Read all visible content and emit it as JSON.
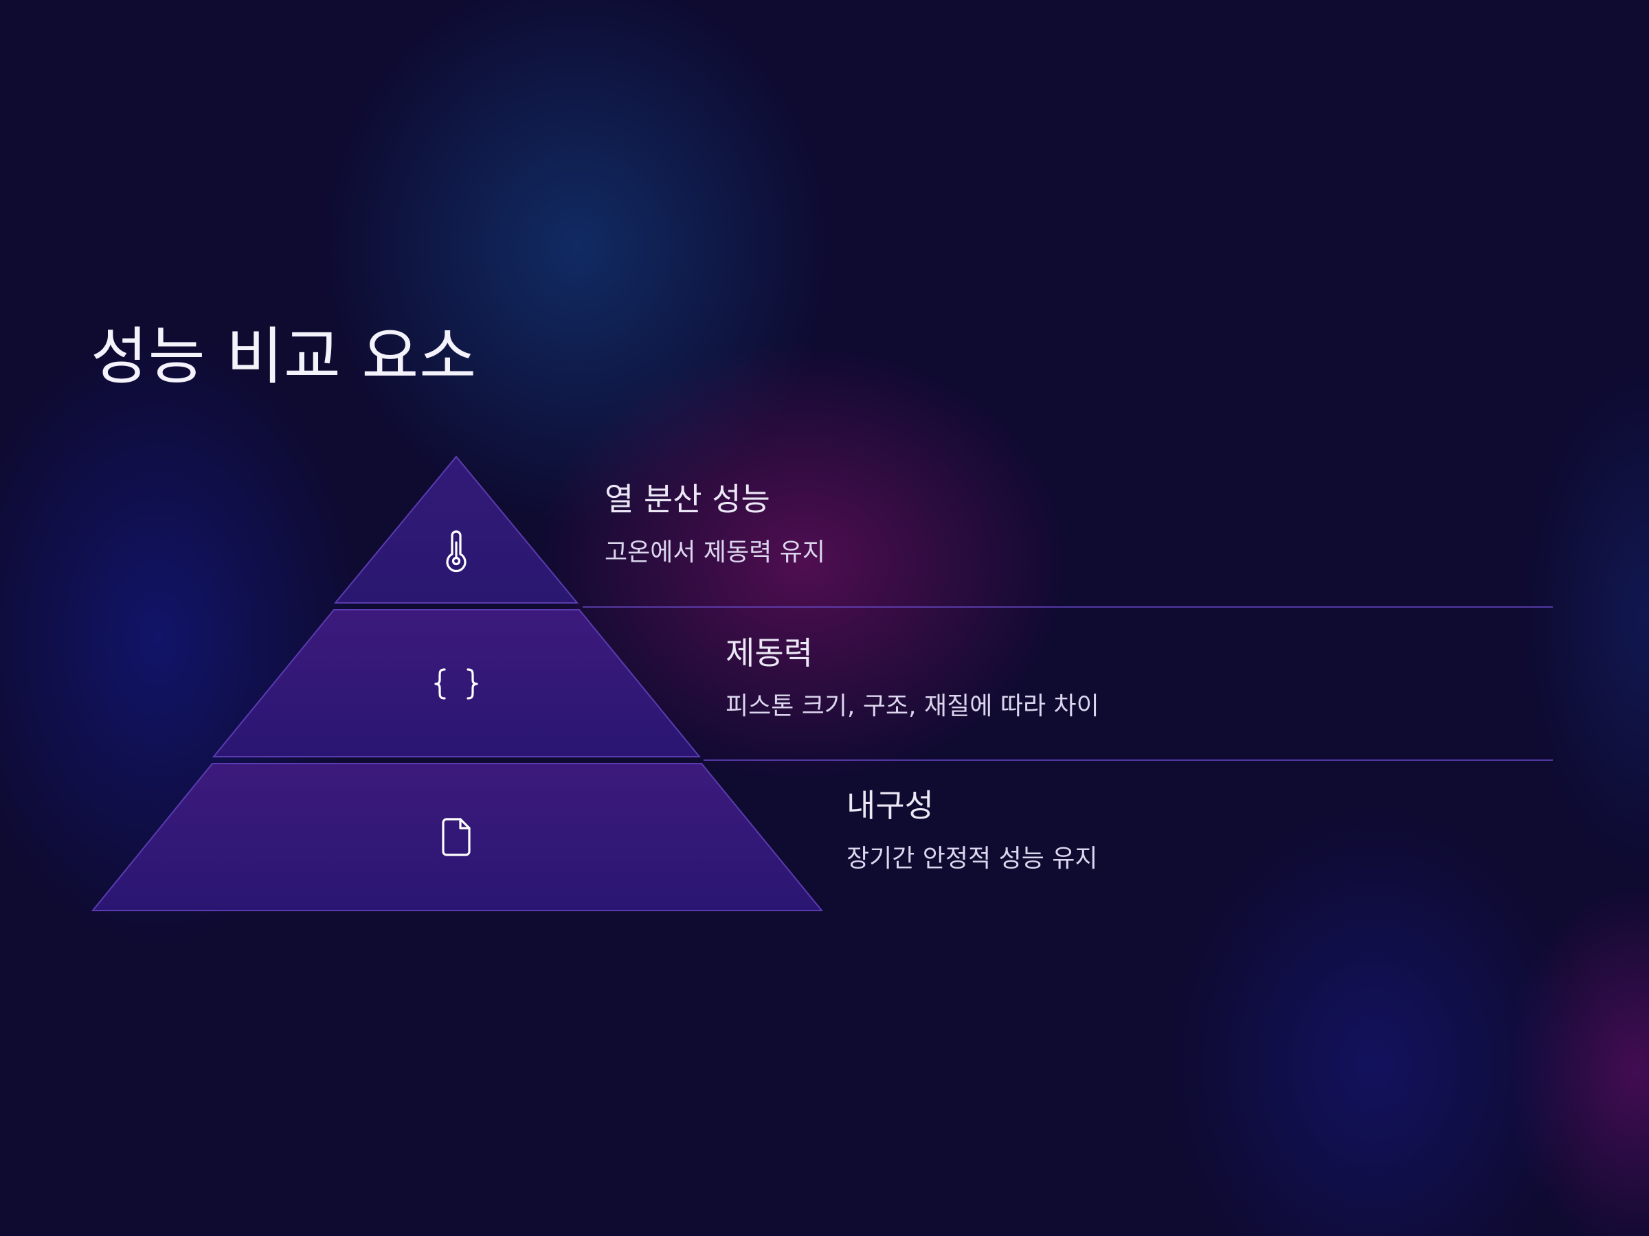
{
  "title": "성능 비교 요소",
  "levels": [
    {
      "heading": "열 분산 성능",
      "description": "고온에서 제동력 유지",
      "icon": "thermometer-icon"
    },
    {
      "heading": "제동력",
      "description": "피스톤 크기, 구조, 재질에 따라 차이",
      "icon": "curly-braces-icon"
    },
    {
      "heading": "내구성",
      "description": "장기간 안정적 성능 유지",
      "icon": "document-icon"
    }
  ],
  "colors": {
    "background": "#0e0a30",
    "pyramid_fill_top": "#3a1878",
    "pyramid_fill_bottom": "#2a1570",
    "pyramid_stroke": "#5a3cb0",
    "divider": "#6848c8",
    "icon_stroke": "#ffffff",
    "text": "#ece8f6"
  }
}
